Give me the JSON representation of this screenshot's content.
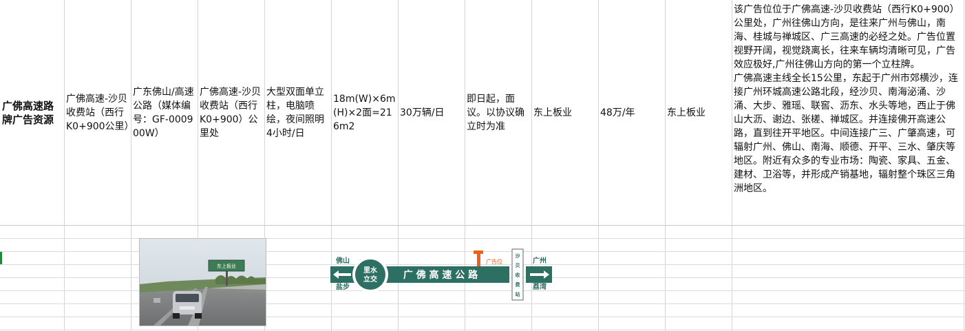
{
  "table": {
    "title": "广佛高速路牌广告资源",
    "location": "广佛高速-沙贝收费站（西行K0+900公里）",
    "road": "广东佛山/高速公路（媒体编号：GF-000900W）",
    "position": "广佛高速-沙贝收费站（西行K0+900）公里处",
    "format": "大型双面单立柱，电脑喷绘，夜间照明4小时/日",
    "size": "18m(W)×6m(H)×2面=216m2",
    "traffic": "30万辆/日",
    "period": "即日起，面议。以协议确立时为准",
    "owner": "东上板业",
    "price": "48万/年",
    "agency": "东上板业",
    "description": "该广告位位于广佛高速-沙贝收费站（西行K0+900）公里处，广州往佛山方向，是往来广州与佛山，南海、桂城与禅城区、广三高速的必经之处。广告位置视野开阔，视觉跷离长，往来车辆均清晰可见，广告效应极好,广州往佛山方向的第一个立柱牌。\n广佛高速主线全长15公里，东起于广州市郊横沙，连接广州环城高速公路北段，经沙贝、南海泌涌、沙涌、大步、雅瑶、联窖、沥东、水头等地，西止于佛山大沥、谢边、张槎、禅城区。并连接佛开高速公路，直到往开平地区。中间连接广三、广肇高速，可辐射广州、佛山、南海、顺德、开平、三水、肇庆等地区。附近有众多的专业市场：陶瓷、家具、五金、建材、卫浴等，并形成产销基地，辐射整个珠区三角洲地区。"
  },
  "diagram": {
    "left_top": "佛山",
    "left_bottom": "盐步",
    "interchange_line1": "里水",
    "interchange_line2": "立交",
    "road_name": "广 佛 高 速 公 路",
    "ad_marker": "广告位",
    "toll_line1": "沙",
    "toll_line2": "贝",
    "toll_line3": "收",
    "toll_line4": "费",
    "toll_line5": "站",
    "right_top": "广州",
    "right_bottom": "荔湾",
    "billboard_text": "东上板业",
    "color_road": "#2e6f63",
    "color_marker": "#e8641b"
  }
}
